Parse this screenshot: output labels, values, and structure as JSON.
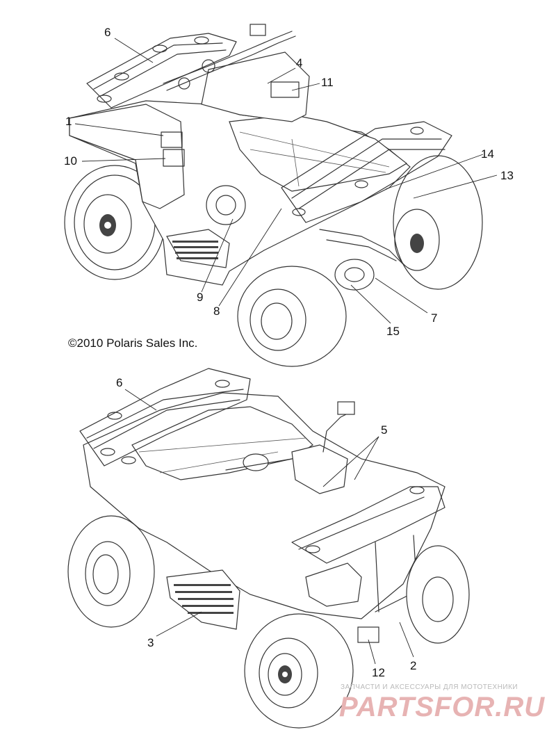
{
  "copyright": "©2010 Polaris Sales Inc.",
  "watermark": {
    "tagline": "ЗАПЧАСТИ И АКСЕССУАРЫ ДЛЯ МОТОТЕХНИКИ",
    "brand": "PARTSFOR.RU",
    "color": "#e7b3b3"
  },
  "top_view": {
    "callouts": [
      "6",
      "4",
      "11",
      "1",
      "10",
      "14",
      "13",
      "9",
      "8",
      "7",
      "15"
    ]
  },
  "bottom_view": {
    "callouts": [
      "6",
      "5",
      "3",
      "12",
      "2"
    ]
  }
}
